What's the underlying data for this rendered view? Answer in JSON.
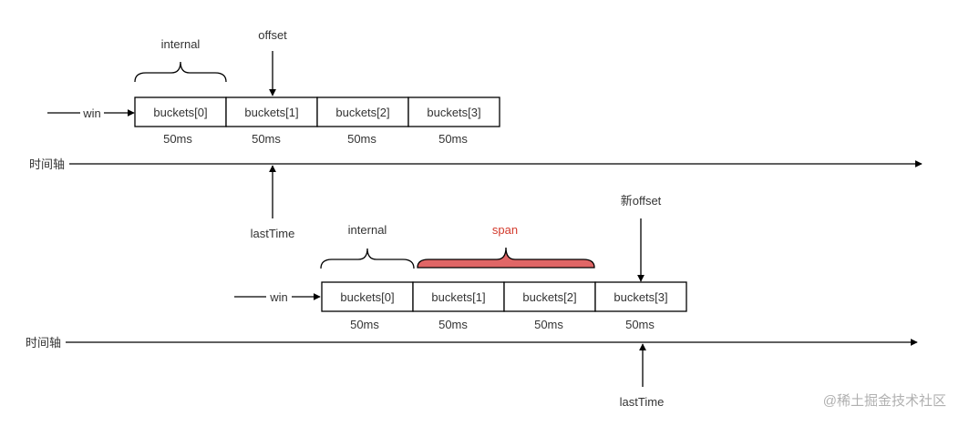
{
  "colors": {
    "stroke": "#000000",
    "text": "#333333",
    "span_fill": "#e06666",
    "span_text": "#d33a2c",
    "watermark": "#b0b0b0"
  },
  "top": {
    "internal_label": "internal",
    "offset_label": "offset",
    "win_label": "win",
    "buckets": [
      "buckets[0]",
      "buckets[1]",
      "buckets[2]",
      "buckets[3]"
    ],
    "durations": [
      "50ms",
      "50ms",
      "50ms",
      "50ms"
    ],
    "timeline_label": "时间轴",
    "last_time_label": "lastTime"
  },
  "bottom": {
    "internal_label": "internal",
    "span_label": "span",
    "new_offset_label": "新offset",
    "win_label": "win",
    "buckets": [
      "buckets[0]",
      "buckets[1]",
      "buckets[2]",
      "buckets[3]"
    ],
    "durations": [
      "50ms",
      "50ms",
      "50ms",
      "50ms"
    ],
    "timeline_label": "时间轴",
    "last_time_label": "lastTime"
  },
  "watermark": "@稀土掘金技术社区"
}
